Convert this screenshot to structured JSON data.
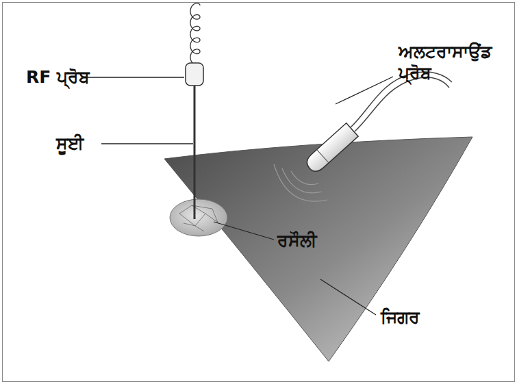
{
  "diagram": {
    "labels": [
      "RF ਪ੍ਰੋਬ",
      "ਅਲਟਰਾਸਾਉਂਡ ਪ੍ਰੋਬ",
      "ਸੂਈ",
      "ਰਸੌਲੀ",
      "ਜਿਗਰ"
    ]
  }
}
